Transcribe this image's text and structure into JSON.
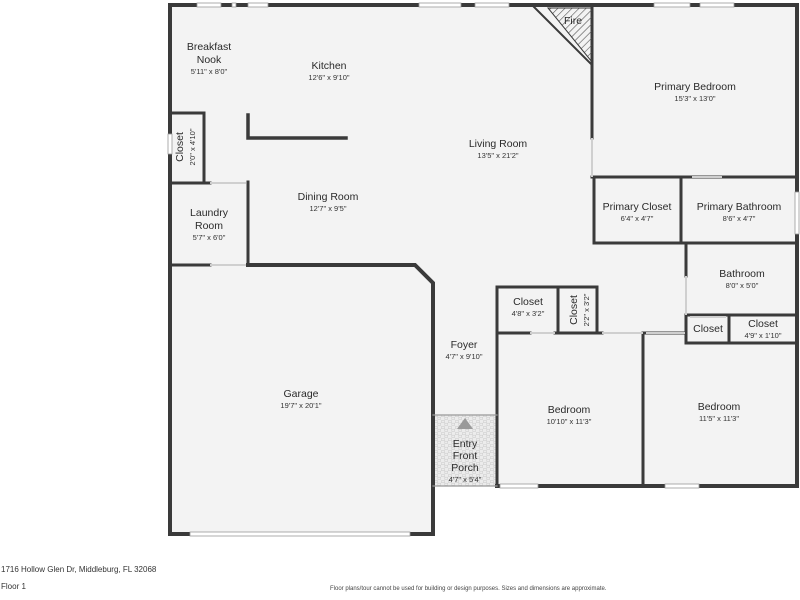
{
  "rooms": {
    "breakfast_nook": {
      "name1": "Breakfast",
      "name2": "Nook",
      "dims": "5'11\" x 8'0\""
    },
    "kitchen": {
      "name": "Kitchen",
      "dims": "12'6\" x 9'10\""
    },
    "living_room": {
      "name": "Living Room",
      "dims": "13'5\" x 21'2\""
    },
    "fire": {
      "name": "Fire"
    },
    "primary_bedroom": {
      "name": "Primary Bedroom",
      "dims": "15'3\" x 13'0\""
    },
    "closet_left": {
      "name": "Closet",
      "dims": "2'0\" x 4'10\""
    },
    "dining_room": {
      "name": "Dining Room",
      "dims": "12'7\" x 9'5\""
    },
    "primary_closet": {
      "name": "Primary Closet",
      "dims": "6'4\" x 4'7\""
    },
    "primary_bathroom": {
      "name": "Primary Bathroom",
      "dims": "8'6\" x 4'7\""
    },
    "laundry_room": {
      "name1": "Laundry",
      "name2": "Room",
      "dims": "5'7\" x 6'0\""
    },
    "bathroom": {
      "name": "Bathroom",
      "dims": "8'0\" x 5'0\""
    },
    "closet_a": {
      "name": "Closet",
      "dims": "4'8\" x 3'2\""
    },
    "closet_b": {
      "name": "Closet",
      "dims": "2'2\" x 3'2\""
    },
    "closet_c": {
      "name": "Closet"
    },
    "closet_d": {
      "name": "Closet",
      "dims": "4'9\" x 1'10\""
    },
    "foyer": {
      "name": "Foyer",
      "dims": "4'7\" x 9'10\""
    },
    "garage": {
      "name": "Garage",
      "dims": "19'7\" x 20'1\""
    },
    "bedroom_1": {
      "name": "Bedroom",
      "dims": "10'10\" x 11'3\""
    },
    "bedroom_2": {
      "name": "Bedroom",
      "dims": "11'5\" x 11'3\""
    },
    "porch": {
      "name1": "Entry",
      "name2": "Front",
      "name3": "Porch",
      "dims": "4'7\" x 5'4\""
    }
  },
  "footer": {
    "address": "1716 Hollow Glen Dr, Middleburg, FL 32068",
    "floor": "Floor 1",
    "disclaimer": "Floor plans/tour cannot be used for building or design purposes. Sizes and dimensions are approximate."
  },
  "colors": {
    "wall": "#3a3a3a",
    "floor": "#f3f3f3",
    "porch": "#ebebeb"
  }
}
